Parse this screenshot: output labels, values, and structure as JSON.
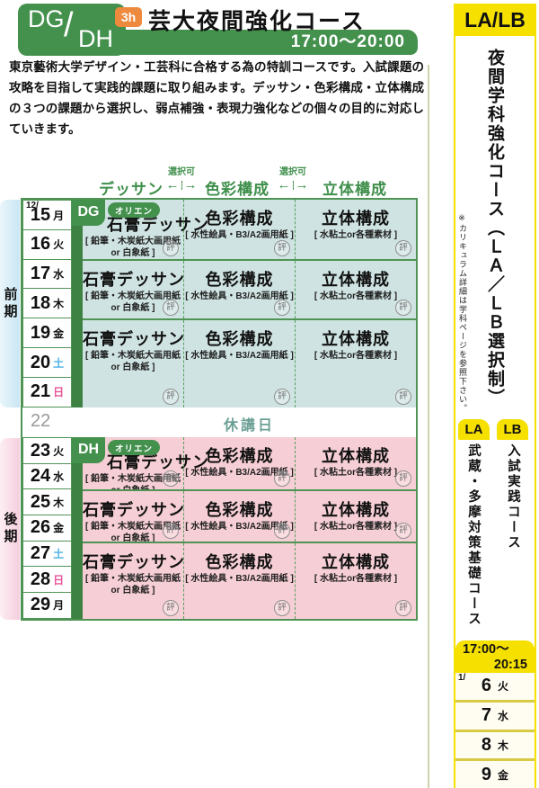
{
  "colors": {
    "green": "#44914e",
    "dark_green_bar": "#3e8243",
    "border_green": "#4f9455",
    "orange": "#ee8a3d",
    "yellow": "#f6e000",
    "teal_cell_bg": "#cfe3e2",
    "pink_cell_bg": "#f6ced5",
    "zenki_strip": "#c9e6f3",
    "kouki_strip": "#f5cedd",
    "saturday_blue": "#4fb1e4",
    "sunday_pink": "#e8559a",
    "closed_text": "#6da095",
    "date_sep_yellow": "#d9ca45"
  },
  "header": {
    "code_top": "DG",
    "code_slash": "/",
    "code_bottom": "DH",
    "duration": "3h",
    "title": "芸大夜間強化コース",
    "time": "17:00～20:00"
  },
  "description": {
    "text": "東京藝術大学デザイン・工芸科に合格する為の特訓コースです。入試課題の攻略を目指して実践的課題に取り組みます。デッサン・色彩構成・立体構成の３つの課題から選択し、弱点補強・表現力強化などの個々の目的に対応していきます。"
  },
  "table": {
    "col_dessin": "デッサン",
    "col_color": "色彩構成",
    "col_solid": "立体構成",
    "selectable": "選択可",
    "arrow_left": "←",
    "arrow_right": "→",
    "zenki_label": "前期",
    "kouki_label": "後期",
    "dg": "DG",
    "dh": "DH",
    "orien": "オリエン",
    "dessin_title": "石膏デッサン",
    "dessin_note1": "[ 鉛筆・木炭紙大画用紙",
    "dessin_note2": "or 白象紙 ]",
    "color_title": "色彩構成",
    "color_note": "[ 水性絵具・B3/A2画用紙 ]",
    "solid_title": "立体構成",
    "solid_note": "[ 水粘土or各種素材 ]",
    "eval": "評",
    "closed_num": "22",
    "closed_label": "休講日",
    "zenki_dates": [
      {
        "pre": "12/",
        "num": "15",
        "day": "月"
      },
      {
        "pre": "",
        "num": "16",
        "day": "火"
      },
      {
        "pre": "",
        "num": "17",
        "day": "水"
      },
      {
        "pre": "",
        "num": "18",
        "day": "木"
      },
      {
        "pre": "",
        "num": "19",
        "day": "金"
      },
      {
        "pre": "",
        "num": "20",
        "day": "土"
      },
      {
        "pre": "",
        "num": "21",
        "day": "日"
      }
    ],
    "kouki_dates": [
      {
        "pre": "",
        "num": "23",
        "day": "火"
      },
      {
        "pre": "",
        "num": "24",
        "day": "水"
      },
      {
        "pre": "",
        "num": "25",
        "day": "木"
      },
      {
        "pre": "",
        "num": "26",
        "day": "金"
      },
      {
        "pre": "",
        "num": "27",
        "day": "土"
      },
      {
        "pre": "",
        "num": "28",
        "day": "日"
      },
      {
        "pre": "",
        "num": "29",
        "day": "月"
      }
    ]
  },
  "sidebar": {
    "header": "LA/LB",
    "title": "夜間学科強化コース（ＬＡ／ＬＢ選択制）",
    "note": "※カリキュラム詳細は学科ページを参照下さい。",
    "la": "LA",
    "lb": "LB",
    "la_course": "武蔵・多摩対策基礎コース",
    "lb_course": "入試実践コース",
    "time_line1": "17:00～",
    "time_line2": "20:15",
    "dates": [
      {
        "pre": "1/",
        "num": "6",
        "day": "火"
      },
      {
        "pre": "",
        "num": "7",
        "day": "水"
      },
      {
        "pre": "",
        "num": "8",
        "day": "木"
      },
      {
        "pre": "",
        "num": "9",
        "day": "金"
      }
    ]
  }
}
